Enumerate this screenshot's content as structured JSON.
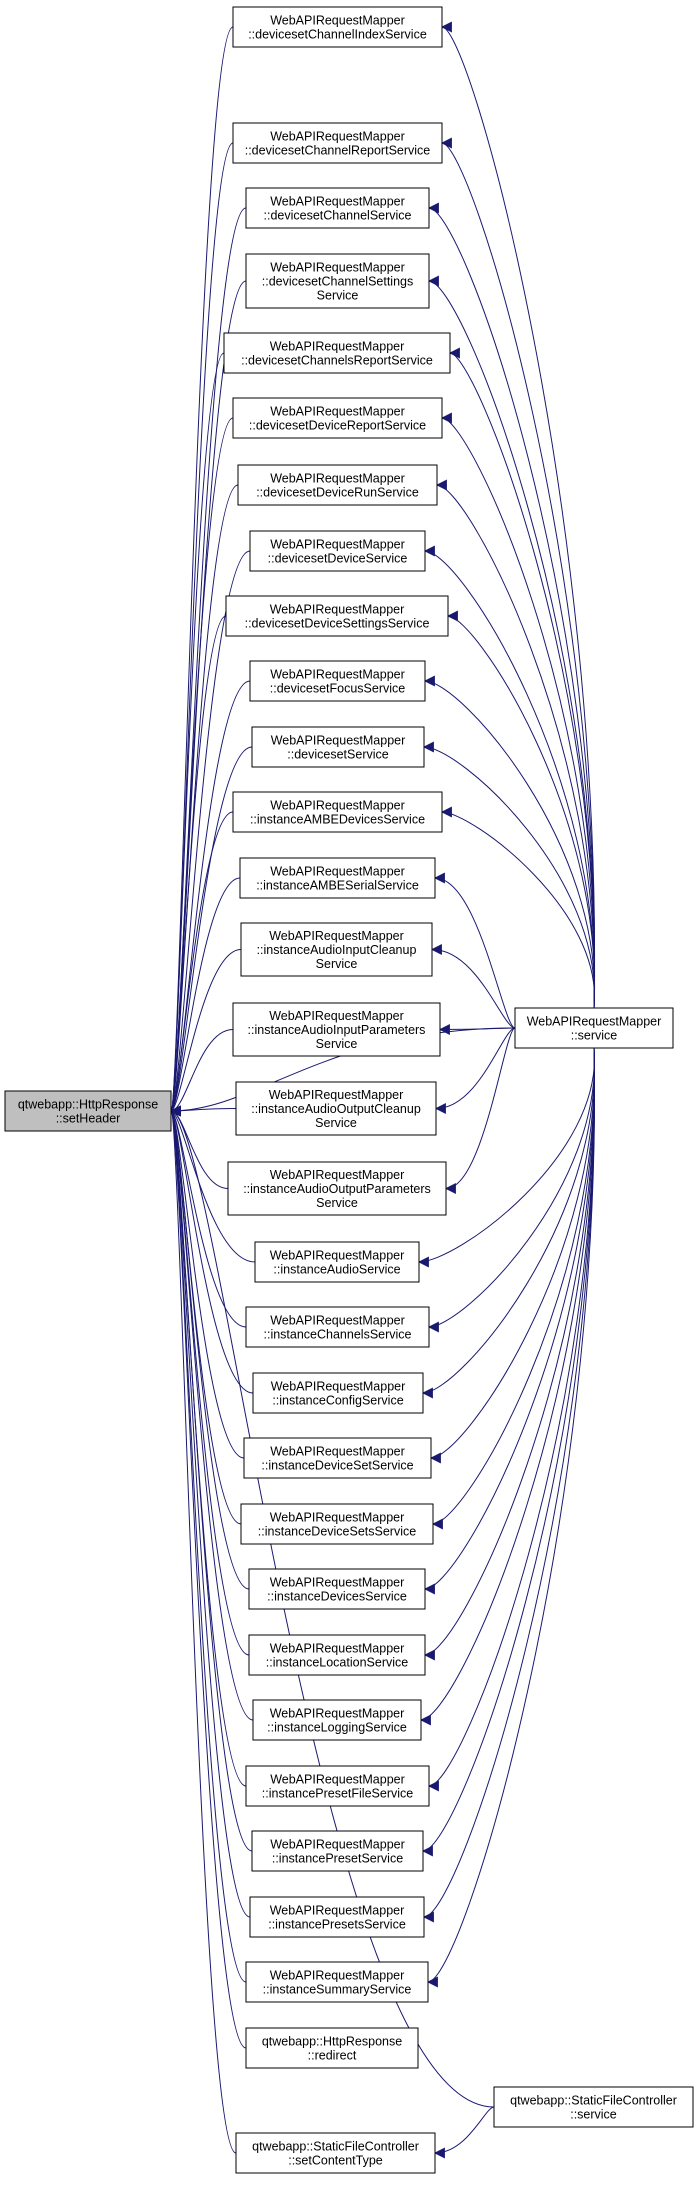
{
  "colors": {
    "edge": "#191970",
    "node_border": "#000000",
    "node_fill": "#ffffff",
    "root_fill": "#bfbfbf"
  },
  "root": {
    "id": "root",
    "lines": [
      "qtwebapp::HttpResponse",
      "::setHeader"
    ]
  },
  "nodes": [
    {
      "id": "dciService",
      "lines": [
        "WebAPIRequestMapper",
        "::devicesetChannelIndexService"
      ]
    },
    {
      "id": "dcrService",
      "lines": [
        "WebAPIRequestMapper",
        "::devicesetChannelReportService"
      ]
    },
    {
      "id": "dcService",
      "lines": [
        "WebAPIRequestMapper",
        "::devicesetChannelService"
      ]
    },
    {
      "id": "dcsService",
      "lines": [
        "WebAPIRequestMapper",
        "::devicesetChannelSettings",
        "Service"
      ]
    },
    {
      "id": "dcrsService",
      "lines": [
        "WebAPIRequestMapper",
        "::devicesetChannelsReportService"
      ]
    },
    {
      "id": "ddrService",
      "lines": [
        "WebAPIRequestMapper",
        "::devicesetDeviceReportService"
      ]
    },
    {
      "id": "ddrunService",
      "lines": [
        "WebAPIRequestMapper",
        "::devicesetDeviceRunService"
      ]
    },
    {
      "id": "ddService",
      "lines": [
        "WebAPIRequestMapper",
        "::devicesetDeviceService"
      ]
    },
    {
      "id": "ddsService",
      "lines": [
        "WebAPIRequestMapper",
        "::devicesetDeviceSettingsService"
      ]
    },
    {
      "id": "dfService",
      "lines": [
        "WebAPIRequestMapper",
        "::devicesetFocusService"
      ]
    },
    {
      "id": "dsService",
      "lines": [
        "WebAPIRequestMapper",
        "::devicesetService"
      ]
    },
    {
      "id": "iambedService",
      "lines": [
        "WebAPIRequestMapper",
        "::instanceAMBEDevicesService"
      ]
    },
    {
      "id": "iambesService",
      "lines": [
        "WebAPIRequestMapper",
        "::instanceAMBESerialService"
      ]
    },
    {
      "id": "iaicService",
      "lines": [
        "WebAPIRequestMapper",
        "::instanceAudioInputCleanup",
        "Service"
      ]
    },
    {
      "id": "iaipService",
      "lines": [
        "WebAPIRequestMapper",
        "::instanceAudioInputParameters",
        "Service"
      ]
    },
    {
      "id": "iaocService",
      "lines": [
        "WebAPIRequestMapper",
        "::instanceAudioOutputCleanup",
        "Service"
      ]
    },
    {
      "id": "iaopService",
      "lines": [
        "WebAPIRequestMapper",
        "::instanceAudioOutputParameters",
        "Service"
      ]
    },
    {
      "id": "iaService",
      "lines": [
        "WebAPIRequestMapper",
        "::instanceAudioService"
      ]
    },
    {
      "id": "icService",
      "lines": [
        "WebAPIRequestMapper",
        "::instanceChannelsService"
      ]
    },
    {
      "id": "iconfService",
      "lines": [
        "WebAPIRequestMapper",
        "::instanceConfigService"
      ]
    },
    {
      "id": "idsetService",
      "lines": [
        "WebAPIRequestMapper",
        "::instanceDeviceSetService"
      ]
    },
    {
      "id": "idsetsService",
      "lines": [
        "WebAPIRequestMapper",
        "::instanceDeviceSetsService"
      ]
    },
    {
      "id": "idevService",
      "lines": [
        "WebAPIRequestMapper",
        "::instanceDevicesService"
      ]
    },
    {
      "id": "ilocService",
      "lines": [
        "WebAPIRequestMapper",
        "::instanceLocationService"
      ]
    },
    {
      "id": "ilogService",
      "lines": [
        "WebAPIRequestMapper",
        "::instanceLoggingService"
      ]
    },
    {
      "id": "ipfService",
      "lines": [
        "WebAPIRequestMapper",
        "::instancePresetFileService"
      ]
    },
    {
      "id": "ipService",
      "lines": [
        "WebAPIRequestMapper",
        "::instancePresetService"
      ]
    },
    {
      "id": "ipsService",
      "lines": [
        "WebAPIRequestMapper",
        "::instancePresetsService"
      ]
    },
    {
      "id": "isumService",
      "lines": [
        "WebAPIRequestMapper",
        "::instanceSummaryService"
      ]
    },
    {
      "id": "redirect",
      "lines": [
        "qtwebapp::HttpResponse",
        "::redirect"
      ]
    },
    {
      "id": "setContentType",
      "lines": [
        "qtwebapp::StaticFileController",
        "::setContentType"
      ]
    },
    {
      "id": "mapperService",
      "lines": [
        "WebAPIRequestMapper",
        "::service"
      ]
    },
    {
      "id": "sfcService",
      "lines": [
        "qtwebapp::StaticFileController",
        "::service"
      ]
    }
  ],
  "edges": [
    {
      "from": "dciService",
      "to": "root"
    },
    {
      "from": "dcrService",
      "to": "root"
    },
    {
      "from": "dcService",
      "to": "root"
    },
    {
      "from": "dcsService",
      "to": "root"
    },
    {
      "from": "dcrsService",
      "to": "root"
    },
    {
      "from": "ddrService",
      "to": "root"
    },
    {
      "from": "ddrunService",
      "to": "root"
    },
    {
      "from": "ddService",
      "to": "root"
    },
    {
      "from": "ddsService",
      "to": "root"
    },
    {
      "from": "dfService",
      "to": "root"
    },
    {
      "from": "dsService",
      "to": "root"
    },
    {
      "from": "iambedService",
      "to": "root"
    },
    {
      "from": "iambesService",
      "to": "root"
    },
    {
      "from": "iaicService",
      "to": "root"
    },
    {
      "from": "iaipService",
      "to": "root"
    },
    {
      "from": "iaocService",
      "to": "root"
    },
    {
      "from": "iaopService",
      "to": "root"
    },
    {
      "from": "iaService",
      "to": "root"
    },
    {
      "from": "icService",
      "to": "root"
    },
    {
      "from": "iconfService",
      "to": "root"
    },
    {
      "from": "idsetService",
      "to": "root"
    },
    {
      "from": "idsetsService",
      "to": "root"
    },
    {
      "from": "idevService",
      "to": "root"
    },
    {
      "from": "ilocService",
      "to": "root"
    },
    {
      "from": "ilogService",
      "to": "root"
    },
    {
      "from": "ipfService",
      "to": "root"
    },
    {
      "from": "ipService",
      "to": "root"
    },
    {
      "from": "ipsService",
      "to": "root"
    },
    {
      "from": "isumService",
      "to": "root"
    },
    {
      "from": "redirect",
      "to": "root"
    },
    {
      "from": "setContentType",
      "to": "root"
    },
    {
      "from": "mapperService",
      "to": "root"
    },
    {
      "from": "sfcService",
      "to": "root"
    },
    {
      "from": "mapperService",
      "to": "dciService"
    },
    {
      "from": "mapperService",
      "to": "dcrService"
    },
    {
      "from": "mapperService",
      "to": "dcService"
    },
    {
      "from": "mapperService",
      "to": "dcsService"
    },
    {
      "from": "mapperService",
      "to": "dcrsService"
    },
    {
      "from": "mapperService",
      "to": "ddrService"
    },
    {
      "from": "mapperService",
      "to": "ddrunService"
    },
    {
      "from": "mapperService",
      "to": "ddService"
    },
    {
      "from": "mapperService",
      "to": "ddsService"
    },
    {
      "from": "mapperService",
      "to": "dfService"
    },
    {
      "from": "mapperService",
      "to": "dsService"
    },
    {
      "from": "mapperService",
      "to": "iambedService"
    },
    {
      "from": "mapperService",
      "to": "iambesService"
    },
    {
      "from": "mapperService",
      "to": "iaicService"
    },
    {
      "from": "mapperService",
      "to": "iaipService"
    },
    {
      "from": "mapperService",
      "to": "iaocService"
    },
    {
      "from": "mapperService",
      "to": "iaopService"
    },
    {
      "from": "mapperService",
      "to": "iaService"
    },
    {
      "from": "mapperService",
      "to": "icService"
    },
    {
      "from": "mapperService",
      "to": "iconfService"
    },
    {
      "from": "mapperService",
      "to": "idsetService"
    },
    {
      "from": "mapperService",
      "to": "idsetsService"
    },
    {
      "from": "mapperService",
      "to": "idevService"
    },
    {
      "from": "mapperService",
      "to": "ilocService"
    },
    {
      "from": "mapperService",
      "to": "ilogService"
    },
    {
      "from": "mapperService",
      "to": "ipfService"
    },
    {
      "from": "mapperService",
      "to": "ipService"
    },
    {
      "from": "mapperService",
      "to": "ipsService"
    },
    {
      "from": "mapperService",
      "to": "isumService"
    },
    {
      "from": "sfcService",
      "to": "setContentType"
    }
  ]
}
